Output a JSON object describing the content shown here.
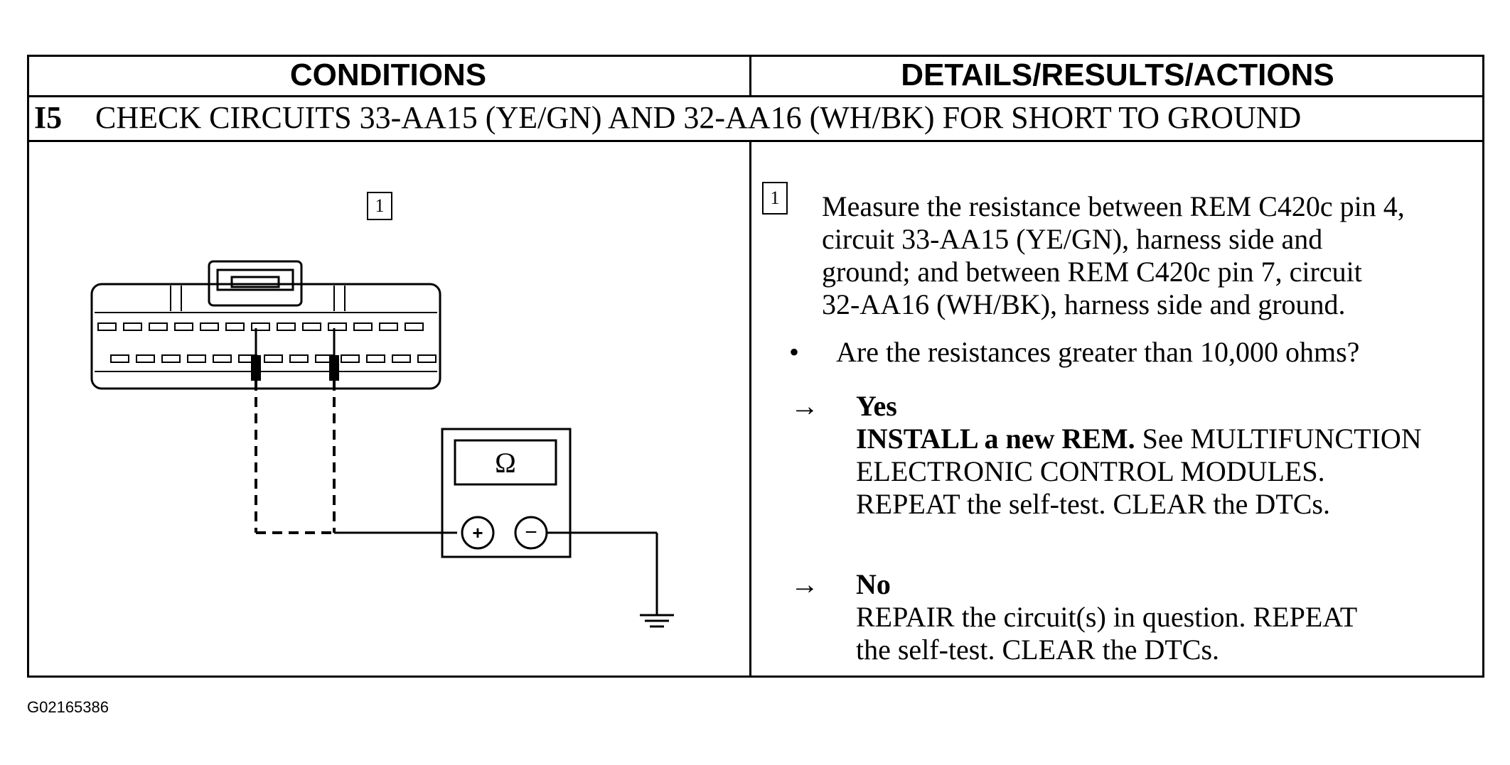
{
  "table": {
    "col1_header": "CONDITIONS",
    "col2_header": "DETAILS/RESULTS/ACTIONS",
    "step_id": "I5",
    "step_title": "CHECK CIRCUITS 33-AA15 (YE/GN) AND 32-AA16 (WH/BK) FOR SHORT TO GROUND"
  },
  "diagram": {
    "step_marker": "1",
    "meter_symbol": "Ω",
    "plus_symbol": "+",
    "minus_symbol": "−"
  },
  "details": {
    "step_marker": "1",
    "instruction_lines": [
      "Measure the resistance between REM C420c pin 4,",
      "circuit 33-AA15 (YE/GN), harness side and",
      "ground; and between REM C420c pin 7, circuit",
      "32-AA16 (WH/BK), harness side and ground."
    ],
    "bullet": "•",
    "question": "Are the resistances greater than 10,000 ohms?",
    "arrow": "→",
    "yes_label": "Yes",
    "yes_action_bold": "INSTALL a new REM.",
    "yes_action_rest": " See MULTIFUNCTION",
    "yes_line2": "ELECTRONIC CONTROL MODULES.",
    "yes_line3": "REPEAT the self-test. CLEAR the DTCs.",
    "no_label": "No",
    "no_line1": "REPAIR the circuit(s) in question. REPEAT",
    "no_line2": "the self-test. CLEAR the DTCs."
  },
  "footer": {
    "figure_id": "G02165386"
  }
}
